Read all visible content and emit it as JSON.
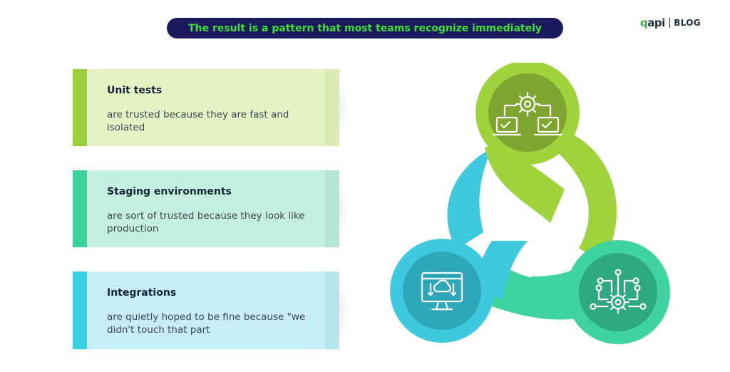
{
  "header": {
    "title": "The result is a pattern that most teams recognize immediately"
  },
  "brand": {
    "logo_prefix": "q",
    "logo_rest": "api",
    "section": "BLOG"
  },
  "cards": [
    {
      "heading": "Unit tests",
      "text": "are trusted because they are fast and isolated"
    },
    {
      "heading": "Staging environments",
      "text": "are sort of trusted because they look like production"
    },
    {
      "heading": "Integrations",
      "text": "are quietly hoped to be fine because \"we didn't touch that part"
    }
  ],
  "diagram": {
    "icons": [
      "computers-gear-icon",
      "monitor-cloud-icon",
      "circuit-gear-icon"
    ]
  },
  "colors": {
    "title_background": "#1b1a5e",
    "title_text": "#3be03b",
    "lime_accent": "#9bd13a",
    "green_accent": "#3dd29c",
    "cyan_accent": "#3bd3e3"
  }
}
